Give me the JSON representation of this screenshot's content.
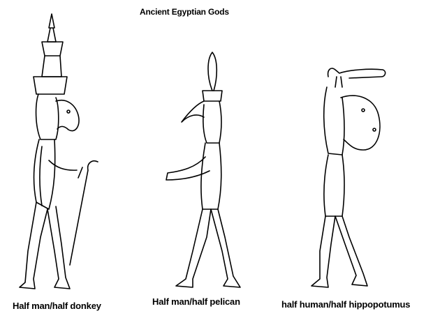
{
  "title": "Ancient Egyptian Gods",
  "figures": [
    {
      "caption": "Half man/half donkey",
      "icon": "donkey-headed-god-drawing"
    },
    {
      "caption": "Half man/half pelican",
      "icon": "pelican-headed-god-drawing"
    },
    {
      "caption": "half human/half hippopotumus",
      "icon": "hippo-headed-god-drawing"
    }
  ]
}
